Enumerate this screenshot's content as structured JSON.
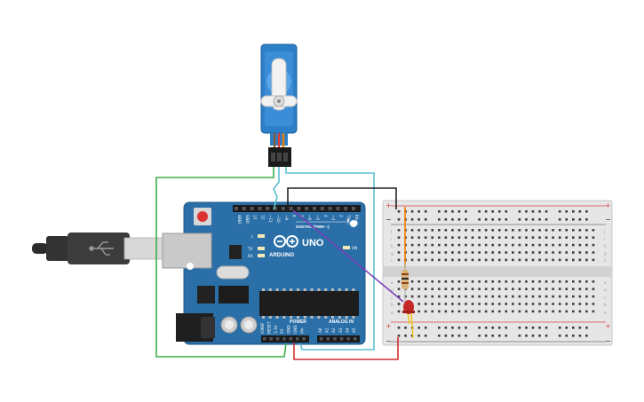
{
  "board": {
    "header_labels": [
      "AREF",
      "GND",
      "13",
      "12",
      "~11",
      "~10",
      "~9",
      "8",
      "7",
      "~6",
      "~5",
      "4",
      "~3",
      "2",
      "TX▶1",
      "RX◀0"
    ],
    "digital_label": "DIGITAL (PWM ~)",
    "brand_uno": "UNO",
    "brand_arduino": "ARDUINO",
    "led_l": "L",
    "led_tx": "TX",
    "led_rx": "RX",
    "led_on": "ON",
    "power_label": "POWER",
    "analog_label": "ANALOG IN",
    "power_pins": [
      "IOREF",
      "RESET",
      "3.3V",
      "5V",
      "GND",
      "GND",
      "Vin"
    ],
    "analog_pins": [
      "A0",
      "A1",
      "A2",
      "A3",
      "A4",
      "A5"
    ]
  },
  "breadboard": {
    "row_letters_top": [
      "j",
      "i",
      "h",
      "g",
      "f"
    ],
    "row_letters_bottom": [
      "e",
      "d",
      "c",
      "b",
      "a"
    ],
    "plus": "+",
    "minus": "−"
  },
  "colors": {
    "board": "#2a6fa8",
    "servo": "#2d7fc8",
    "wire_green": "#3fae4a",
    "wire_cyan": "#5bbfd0",
    "wire_black": "#222222",
    "wire_purple": "#7a3db8",
    "wire_red": "#d32f2f",
    "led": "#c62828"
  }
}
